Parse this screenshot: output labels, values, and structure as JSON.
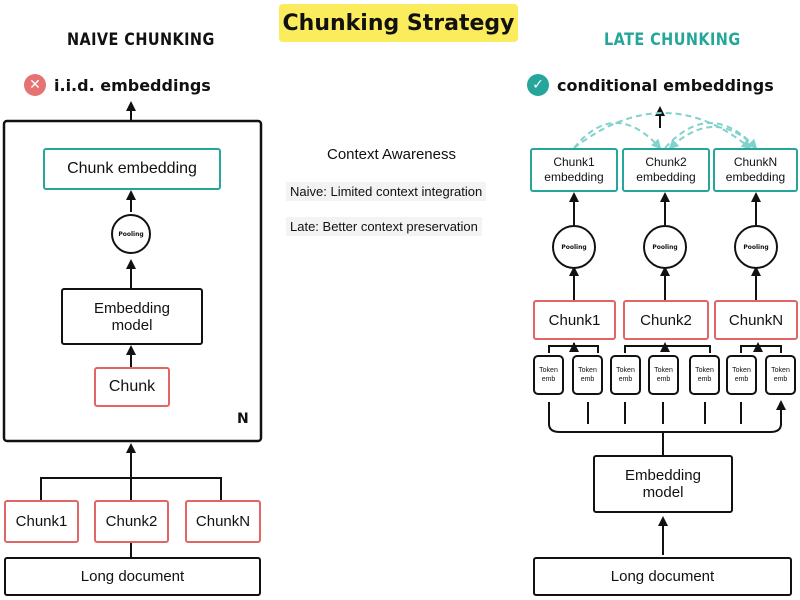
{
  "title": "Chunking Strategy",
  "naive": {
    "heading": "NAIVE CHUNKING",
    "status": "i.i.d. embeddings",
    "status_icon": "x-circle-icon",
    "chunk_embedding": "Chunk embedding",
    "pooling": "Pooling",
    "embedding_model": "Embedding model",
    "chunk": "Chunk",
    "repeat_label": "N",
    "chunks": [
      "Chunk1",
      "Chunk2",
      "ChunkN"
    ],
    "document": "Long document"
  },
  "late": {
    "heading": "LATE CHUNKING",
    "status": "conditional embeddings",
    "status_icon": "check-circle-icon",
    "chunk_embeddings": [
      "Chunk1 embedding",
      "Chunk2 embedding",
      "ChunkN embedding"
    ],
    "pooling": "Pooling",
    "chunks": [
      "Chunk1",
      "Chunk2",
      "ChunkN"
    ],
    "token_emb": "Token emb",
    "embedding_model": "Embedding model",
    "document": "Long document"
  },
  "context": {
    "heading": "Context Awareness",
    "naive_note": "Naive: Limited context integration",
    "late_note": "Late: Better context preservation"
  },
  "colors": {
    "teal": "#26a69a",
    "red": "#e06666",
    "highlight": "#fbec5d",
    "cross": "#e57373",
    "check": "#26a69a"
  }
}
